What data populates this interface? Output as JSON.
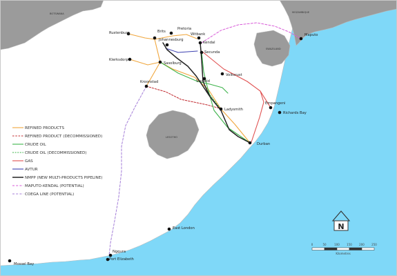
{
  "colors": {
    "ocean": "#7fd8f8",
    "land": "#ffffff",
    "neighbour": "#9b9b9b",
    "border": "#bbbbbb",
    "refined_products": "#f0a63c",
    "refined_decommissioned": "#c0282d",
    "crude_oil": "#3cb34a",
    "crude_decommissioned": "#3cb34a",
    "gas": "#e05050",
    "avtur": "#3b3fb0",
    "nmpp": "#222222",
    "maputo_kendal": "#d85ad8",
    "coega": "#a47ed8"
  },
  "regions": {
    "botswana": "BOTSWANA",
    "mozambique": "MOZAMBIQUE",
    "swaziland": "SWAZILAND",
    "lesotho": "LESOTHO"
  },
  "places": {
    "rustenburg": "Rustenburg",
    "brits": "Brits",
    "pretoria": "Pretoria",
    "witbank": "Witbank",
    "kendal": "Kendal",
    "johannesburg": "Johannesburg",
    "secunda": "Secunda",
    "klerksdorp": "Klerksdorp",
    "sasolburg": "Sasolburg",
    "kroonstad": "Kroonstad",
    "volksrust": "Volksrust",
    "vryheid": "Vryheid",
    "ladysmith": "Ladysmith",
    "empangeni": "Empangeni",
    "richards_bay": "Richards Bay",
    "durban": "Durban",
    "maputo": "Maputo",
    "east_london": "East London",
    "ngqura": "Ngqura",
    "port_elizabeth": "Port Elizabeth",
    "mossel_bay": "Mossel Bay"
  },
  "legend": [
    {
      "key": "refined_products",
      "label": "REFINED PRODUCTS"
    },
    {
      "key": "refined_decommissioned",
      "label": "REFINED PRODUCT (DECOMMISSIONED)"
    },
    {
      "key": "crude_oil",
      "label": "CRUDE OIL"
    },
    {
      "key": "crude_decommissioned",
      "label": "CRUDE OIL (DECOMMISSIONED)"
    },
    {
      "key": "gas",
      "label": "GAS"
    },
    {
      "key": "avtur",
      "label": "AVTUR"
    },
    {
      "key": "nmpp",
      "label": "NMPP (NEW MULTI-PRODUCTS PIPELINE)"
    },
    {
      "key": "maputo_kendal",
      "label": "MAPUTO-KENDAL (POTENTIAL)"
    },
    {
      "key": "coega",
      "label": "COEGA LINE (POTENTIAL)"
    }
  ],
  "north": "N",
  "scale": {
    "ticks": [
      "0",
      "50",
      "100",
      "150",
      "200",
      "250"
    ],
    "unit": "Kilometres"
  }
}
